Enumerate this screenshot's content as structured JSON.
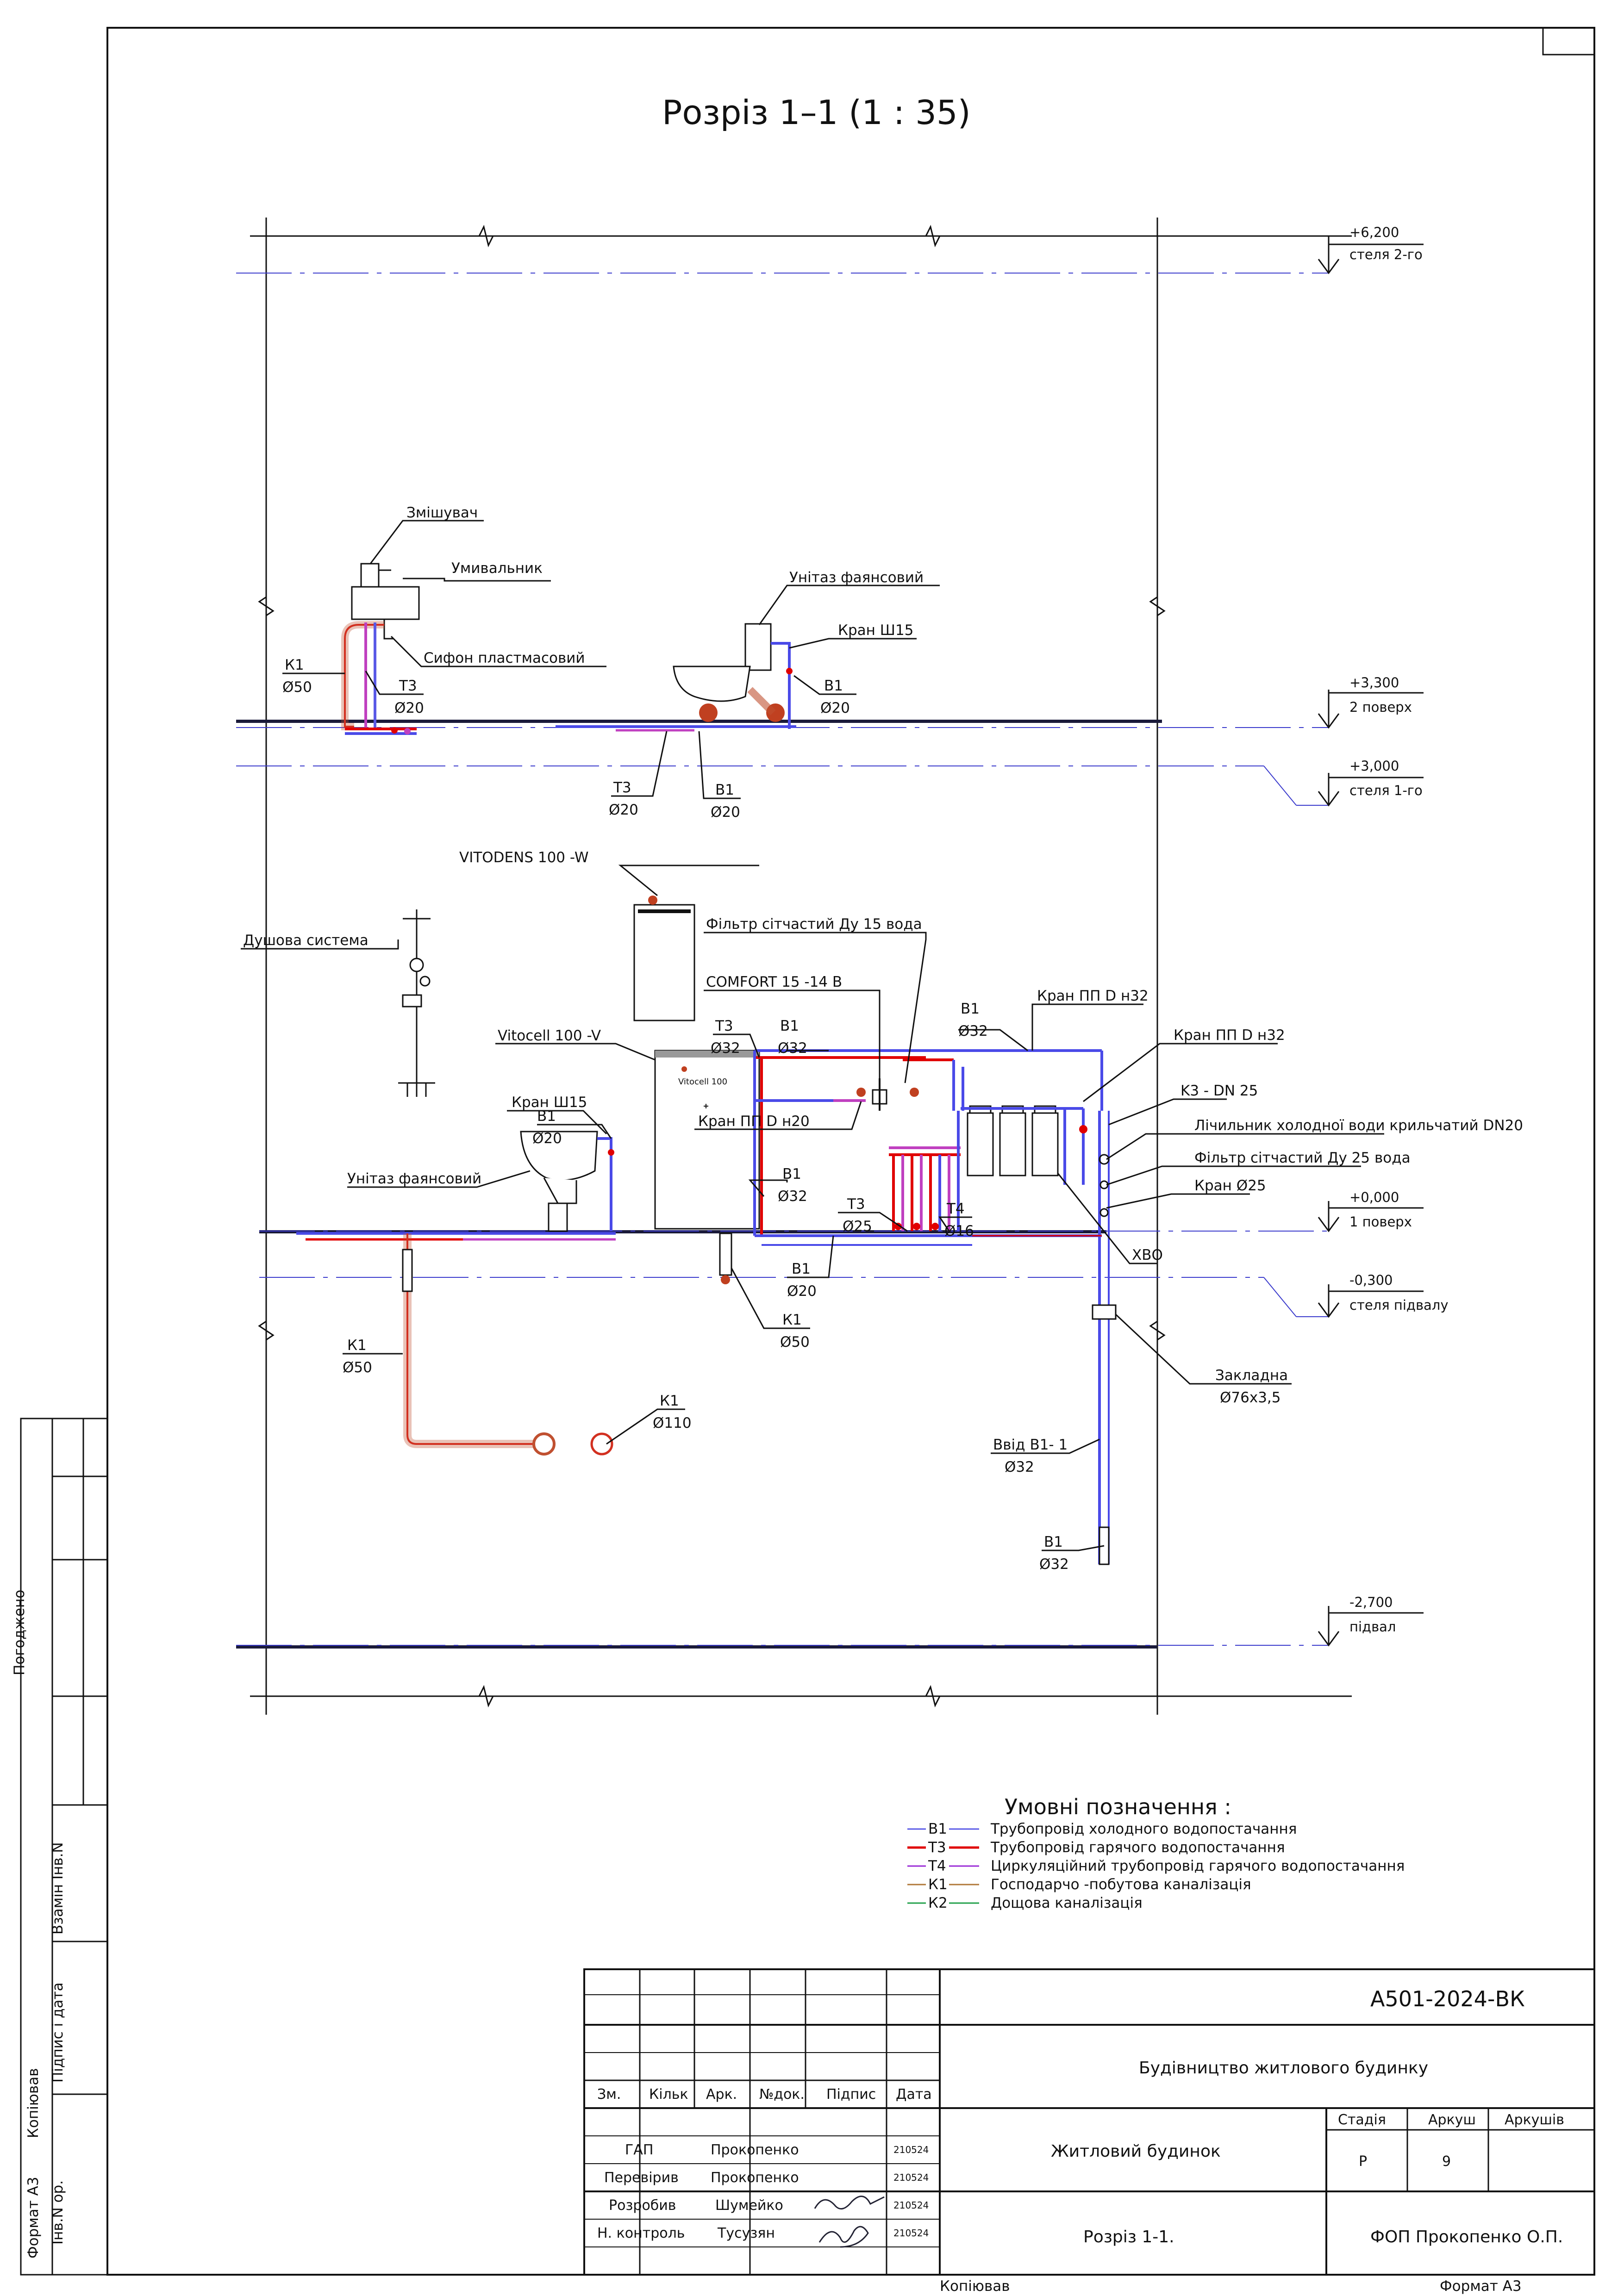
{
  "section_title": "Розріз 1–1 (1 : 35)",
  "levels": [
    {
      "value": "+6,200",
      "caption": "стеля 2-го"
    },
    {
      "value": "+3,300",
      "caption": "2 поверх"
    },
    {
      "value": "+3,000",
      "caption": "стеля 1-го"
    },
    {
      "value": "+0,000",
      "caption": "1 поверх"
    },
    {
      "value": "-0,300",
      "caption": "стеля підвалу"
    },
    {
      "value": "-2,700",
      "caption": "підвал"
    }
  ],
  "fixtures": {
    "mixer": "Змішувач",
    "washbasin": "Умивальник",
    "siphon": "Сифон пластмасовий",
    "toilet_upper": "Унітаз фаянсовий",
    "toilet_lower": "Унітаз фаянсовий",
    "valve_upper": "Кран Ш15",
    "valve_lower": "Кран Ш15",
    "shower": "Душова система",
    "boiler": "VITODENS 100 -W",
    "tank": "Vitocell 100 -V",
    "tank_inner": "Vitocell 100",
    "mesh_filter_15": "Фільтр сітчастий Ду 15 вода",
    "comfort": "COMFORT 15 -14 B",
    "valve_pp_32_a": "Кран ПП D н32",
    "valve_pp_32_b": "Кран ПП D н32",
    "valve_pp_20": "Кран ПП D н20",
    "k3": "K3 - DN 25",
    "meter": "Лічильник холодної води крильчатий DN20",
    "mesh_filter_25": "Фільтр сітчастий Ду 25 вода",
    "valve_25": "Кран Ø25",
    "hvo": "ХВО",
    "sleeve": "Закладна",
    "sleeve_size": "Ø76х3,5",
    "inlet": "Ввід В1- 1"
  },
  "pipe_labels": [
    {
      "code": "К1",
      "dia": "Ø50"
    },
    {
      "code": "Т3",
      "dia": "Ø20"
    },
    {
      "code": "В1",
      "dia": "Ø20"
    },
    {
      "code": "Т3",
      "dia": "Ø20"
    },
    {
      "code": "В1",
      "dia": "Ø20"
    },
    {
      "code": "Т3",
      "dia": "Ø32"
    },
    {
      "code": "В1",
      "dia": "Ø32"
    },
    {
      "code": "В1",
      "dia": "Ø32"
    },
    {
      "code": "В1",
      "dia": "Ø20"
    },
    {
      "code": "В1",
      "dia": "Ø32"
    },
    {
      "code": "Т3",
      "dia": "Ø25"
    },
    {
      "code": "Т4",
      "dia": "Ø16"
    },
    {
      "code": "В1",
      "dia": "Ø20"
    },
    {
      "code": "К1",
      "dia": "Ø50"
    },
    {
      "code": "К1",
      "dia": "Ø50"
    },
    {
      "code": "К1",
      "dia": "Ø110"
    },
    {
      "code": "",
      "dia": "Ø32"
    },
    {
      "code": "В1",
      "dia": "Ø32"
    }
  ],
  "legend": {
    "title": "Умовні позначення :",
    "items": [
      {
        "code": "В1",
        "text": "Трубопровід холодного водопостачання",
        "color": "#5a5ae6"
      },
      {
        "code": "Т3",
        "text": "Трубопровід гарячого водопостачання",
        "color": "#e00000"
      },
      {
        "code": "Т4",
        "text": "Циркуляційний трубопровід гарячого водопостачання",
        "color": "#9a2bd6"
      },
      {
        "code": "К1",
        "text": "Господарчо -побутова каналізація",
        "color": "#b07838"
      },
      {
        "code": "К2",
        "text": "Дощова каналізація",
        "color": "#22a04a"
      }
    ]
  },
  "pipe_colors": {
    "cold": "#4a4ae8",
    "hot": "#e00000",
    "circ": "#c040c0",
    "sewer": "#c05030",
    "axis": "#3a3acc"
  },
  "title_block": {
    "code": "А501-2024-ВК",
    "project": "Будівництво житлового будинку",
    "object": "Житловий будинок",
    "sheet_name": "Розріз 1-1.",
    "company": "ФОП Прокопенко О.П.",
    "col_headers": [
      "Зм.",
      "Кільк",
      "Арк.",
      "№док.",
      "Підпис",
      "Дата"
    ],
    "stage_label": "Стадія",
    "sheet_label": "Аркуш",
    "sheets_label": "Аркушів",
    "stage": "Р",
    "sheet": "9",
    "sheets": "",
    "rows": [
      {
        "role": "ГАП",
        "name": "Прокопенко",
        "date": "210524"
      },
      {
        "role": "Перевірив",
        "name": "Прокопенко",
        "date": "210524"
      },
      {
        "role": "Розробив",
        "name": "Шумейко",
        "date": "210524"
      },
      {
        "role": "Н. контроль",
        "name": "Тусузян",
        "date": "210524"
      }
    ]
  },
  "side_stamp": {
    "agreed": "Погоджено",
    "replace_inv": "Взамін Інв.N",
    "sign_date": "Підпис і дата",
    "inv_orig": "Інв.N ор.",
    "copied": "Копіював",
    "format": "Формат А3"
  },
  "footer": {
    "copied": "Копіював",
    "format": "Формат А3"
  }
}
